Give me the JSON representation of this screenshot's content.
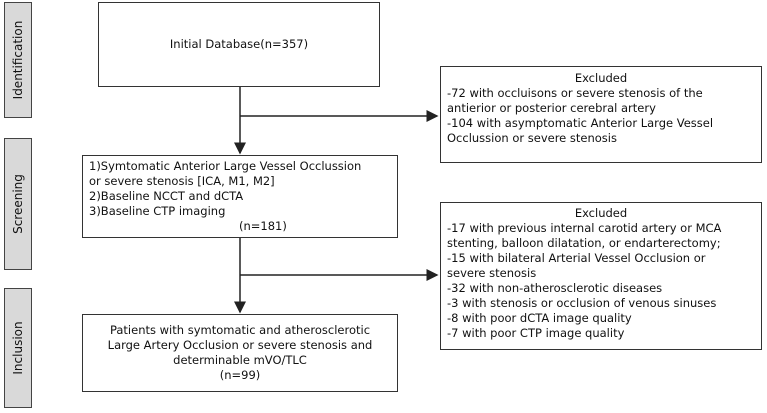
{
  "stages": {
    "identification": "Identification",
    "screening": "Screening",
    "inclusion": "Inclusion"
  },
  "initial": {
    "text": "Initial Database(n=357)"
  },
  "screening_box": {
    "lines": [
      "1)Symtomatic Anterior Large Vessel Occlussion",
      "or severe stenosis [ICA, M1, M2]",
      "2)Baseline NCCT and dCTA",
      "3)Baseline CTP imaging",
      "(n=181)"
    ]
  },
  "excluded_1": {
    "title": "Excluded",
    "lines": [
      "-72 with occluisons or severe stenosis of the",
      "antierior or posterior cerebral artery",
      "-104 with asymptomatic Anterior Large Vessel",
      "Occlussion or severe stenosis"
    ]
  },
  "excluded_2": {
    "title": "Excluded",
    "lines": [
      "-17 with previous internal carotid artery or MCA",
      "stenting, balloon dilatation, or endarterectomy;",
      "-15 with bilateral Arterial Vessel Occlusion or",
      "severe stenosis",
      "-32 with non-atherosclerotic diseases",
      "-3 with stenosis or occlusion of venous sinuses",
      "-8 with poor dCTA image quality",
      "-7 with poor CTP image quality"
    ]
  },
  "included": {
    "lines": [
      "Patients with symtomatic and atherosclerotic",
      "Large Artery Occlusion or severe stenosis and",
      "determinable mVO/TLC",
      "(n=99)"
    ]
  }
}
